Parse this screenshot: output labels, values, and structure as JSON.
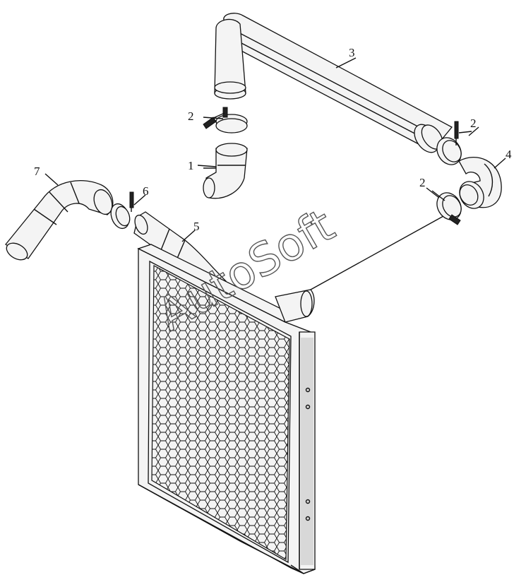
{
  "callouts": [
    {
      "key": "c1",
      "label": "1"
    },
    {
      "key": "c2a",
      "label": "2"
    },
    {
      "key": "c2b",
      "label": "2"
    },
    {
      "key": "c2c",
      "label": "2"
    },
    {
      "key": "c3",
      "label": "3"
    },
    {
      "key": "c4",
      "label": "4"
    },
    {
      "key": "c5",
      "label": "5"
    },
    {
      "key": "c6",
      "label": "6"
    },
    {
      "key": "c7",
      "label": "7"
    }
  ],
  "watermark": "AutoSoft",
  "colors": {
    "line": "#111111",
    "paper": "#ffffff"
  }
}
